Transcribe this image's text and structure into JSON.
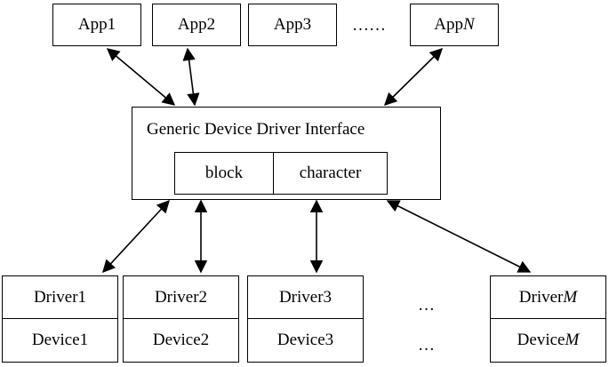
{
  "apps": [
    {
      "label": "App1",
      "suffix": ""
    },
    {
      "label": "App2",
      "suffix": ""
    },
    {
      "label": "App3",
      "suffix": ""
    },
    {
      "label": "App",
      "suffix": "N"
    }
  ],
  "apps_ellipsis": "……",
  "interface": {
    "title": "Generic Device Driver Interface",
    "block": "block",
    "character": "character"
  },
  "stacks": [
    {
      "driver": "Driver1",
      "driver_suffix": "",
      "device": "Device1",
      "device_suffix": ""
    },
    {
      "driver": "Driver2",
      "driver_suffix": "",
      "device": "Device2",
      "device_suffix": ""
    },
    {
      "driver": "Driver3",
      "driver_suffix": "",
      "device": "Device3",
      "device_suffix": ""
    },
    {
      "driver": "Driver",
      "driver_suffix": "M",
      "device": "Device",
      "device_suffix": "M"
    }
  ],
  "stacks_ellipsis_driver": "…",
  "stacks_ellipsis_device": "…"
}
